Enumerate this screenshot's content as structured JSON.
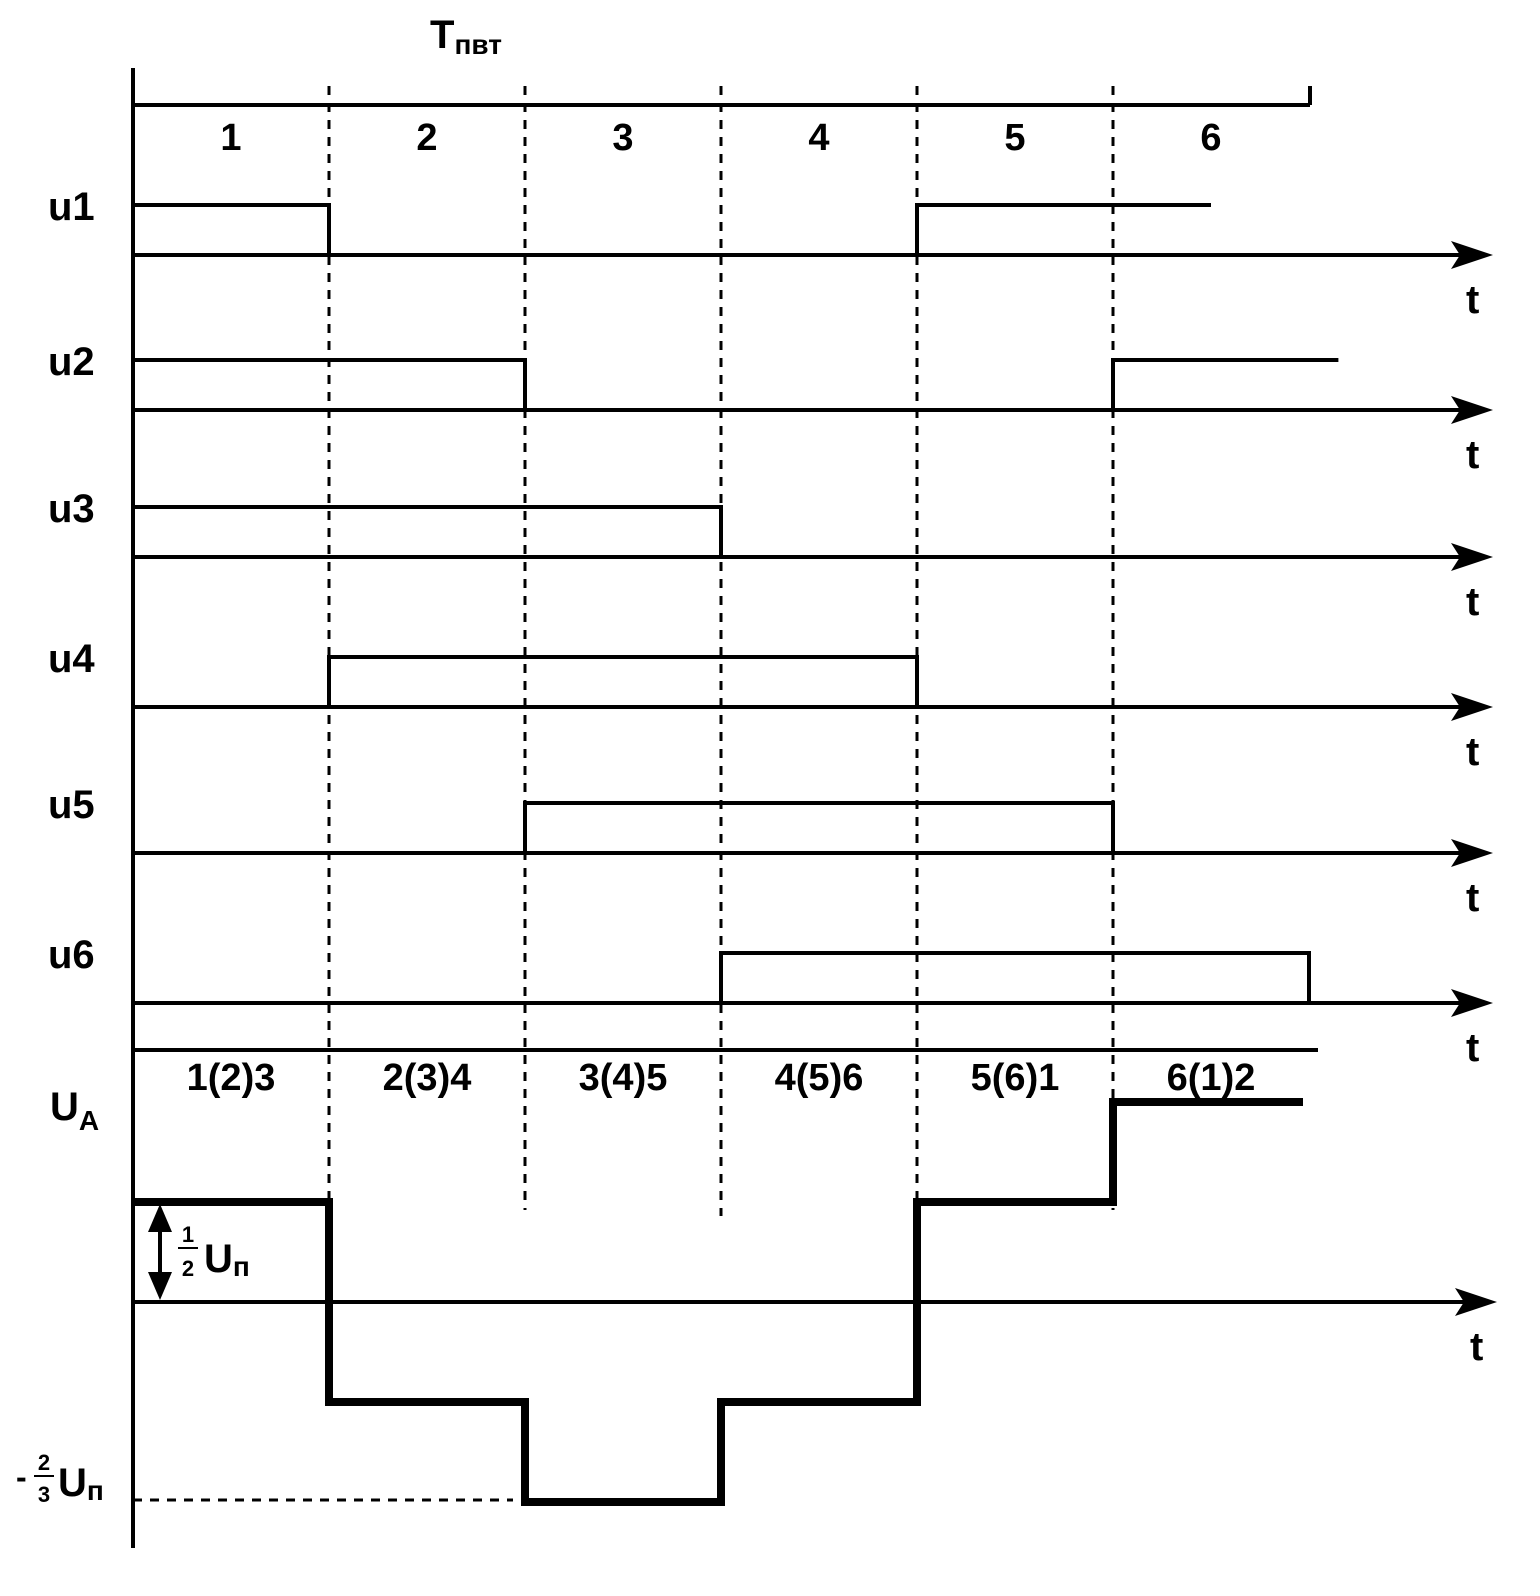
{
  "period_label": {
    "main": "T",
    "sub": "пвт"
  },
  "intervals": [
    "1",
    "2",
    "3",
    "4",
    "5",
    "6"
  ],
  "axis_label": "t",
  "signals": [
    {
      "name": "u1",
      "high": [
        [
          0,
          1
        ],
        [
          4,
          5.5
        ]
      ]
    },
    {
      "name": "u2",
      "high": [
        [
          0,
          2
        ],
        [
          5,
          6.15
        ]
      ]
    },
    {
      "name": "u3",
      "high": [
        [
          0,
          3
        ]
      ]
    },
    {
      "name": "u4",
      "high": [
        [
          1,
          4
        ]
      ]
    },
    {
      "name": "u5",
      "high": [
        [
          2,
          5
        ]
      ]
    },
    {
      "name": "u6",
      "high": [
        [
          3,
          6
        ]
      ]
    }
  ],
  "states": [
    "1(2)3",
    "2(3)4",
    "3(4)5",
    "4(5)6",
    "5(6)1",
    "6(1)2"
  ],
  "ua": {
    "name_main": "U",
    "name_sub": "A",
    "levels": [
      1,
      -1,
      -2,
      -1,
      1,
      2
    ],
    "level_labels": {
      "half": {
        "num": "1",
        "den": "2",
        "text": "U",
        "sub": "п"
      },
      "minus_two_thirds": {
        "sign": "-",
        "num": "2",
        "den": "3",
        "text": "U",
        "sub": "п"
      }
    }
  }
}
